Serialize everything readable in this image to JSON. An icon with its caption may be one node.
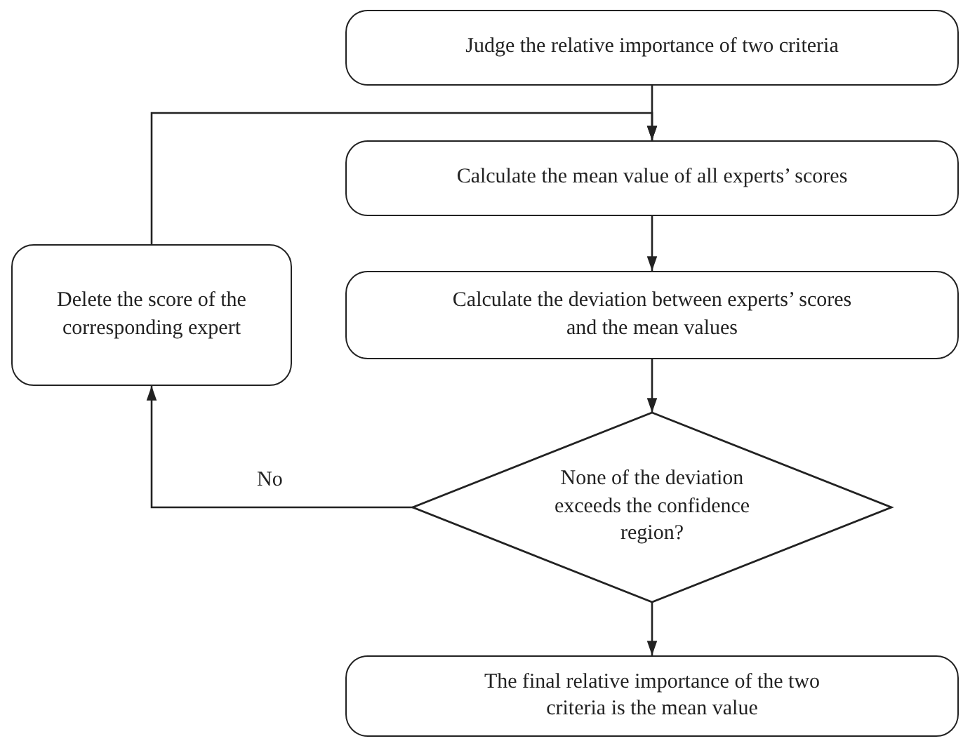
{
  "diagram": {
    "nodes": [
      {
        "text": [
          "Judge the relative importance of two criteria"
        ]
      },
      {
        "text": [
          "Calculate the mean value of all experts’ scores"
        ]
      },
      {
        "text": [
          "Calculate the deviation between experts’ scores and the mean values"
        ]
      },
      {
        "text": [
          "None of the deviation exceeds the confidence region?"
        ]
      },
      {
        "text": [
          "The final relative importance of the two criteria is the mean value"
        ]
      },
      {
        "text": [
          "Delete the score of the corresponding expert"
        ]
      }
    ],
    "edges": [
      {
        "from": 0,
        "to": 1,
        "arrow": "to"
      },
      {
        "from": 1,
        "to": 2,
        "arrow": "to"
      },
      {
        "from": 2,
        "to": 3,
        "arrow": "to"
      },
      {
        "from": 3,
        "to": 4,
        "arrow": "to"
      },
      {
        "from": 3,
        "to": 5,
        "arrow": "to",
        "label": "No"
      },
      {
        "from": 5,
        "to": 1,
        "arrow": "to"
      }
    ]
  }
}
